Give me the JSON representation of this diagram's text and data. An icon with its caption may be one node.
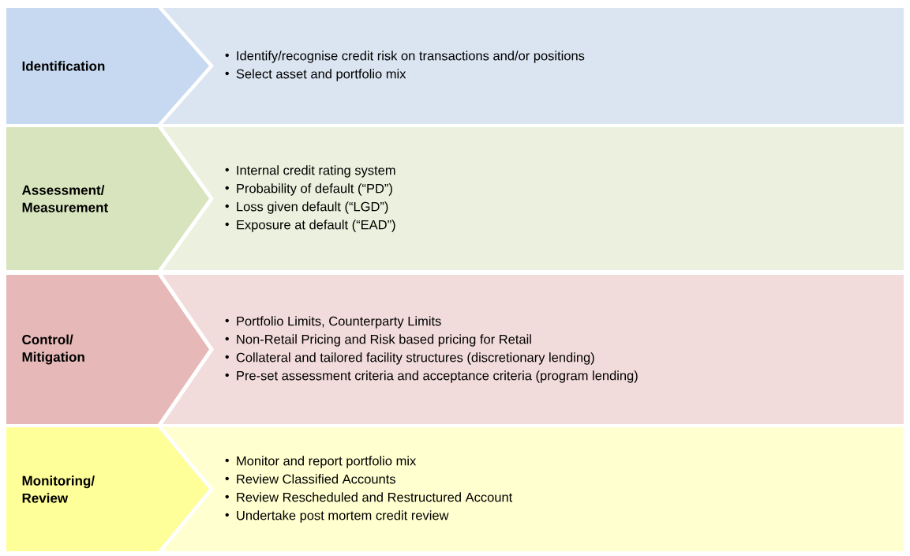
{
  "diagram": {
    "nodes": [
      {
        "text": [
          "Identification"
        ]
      },
      {
        "text": [
          "Identify/recognise credit risk on transactions and/or positions",
          "Select asset and portfolio mix"
        ]
      },
      {
        "text": [
          "Assessment/ Measurement"
        ]
      },
      {
        "text": [
          "Internal credit rating system",
          "Probability of default (“PD”)",
          "Loss given default (“LGD”)",
          "Exposure at default (“EAD”)"
        ]
      },
      {
        "text": [
          "Control/ Mitigation"
        ]
      },
      {
        "text": [
          "Portfolio Limits, Counterparty Limits",
          "Non-Retail Pricing and Risk based pricing for Retail",
          "Collateral and tailored facility structures (discretionary lending)",
          "Pre-set assessment criteria and acceptance criteria (program lending)"
        ]
      },
      {
        "text": [
          "Monitoring/ Review"
        ]
      },
      {
        "text": [
          "Monitor and report portfolio mix",
          "Review Classified Accounts",
          "Review Rescheduled and Restructured Account",
          "Undertake post mortem credit review"
        ]
      }
    ]
  }
}
